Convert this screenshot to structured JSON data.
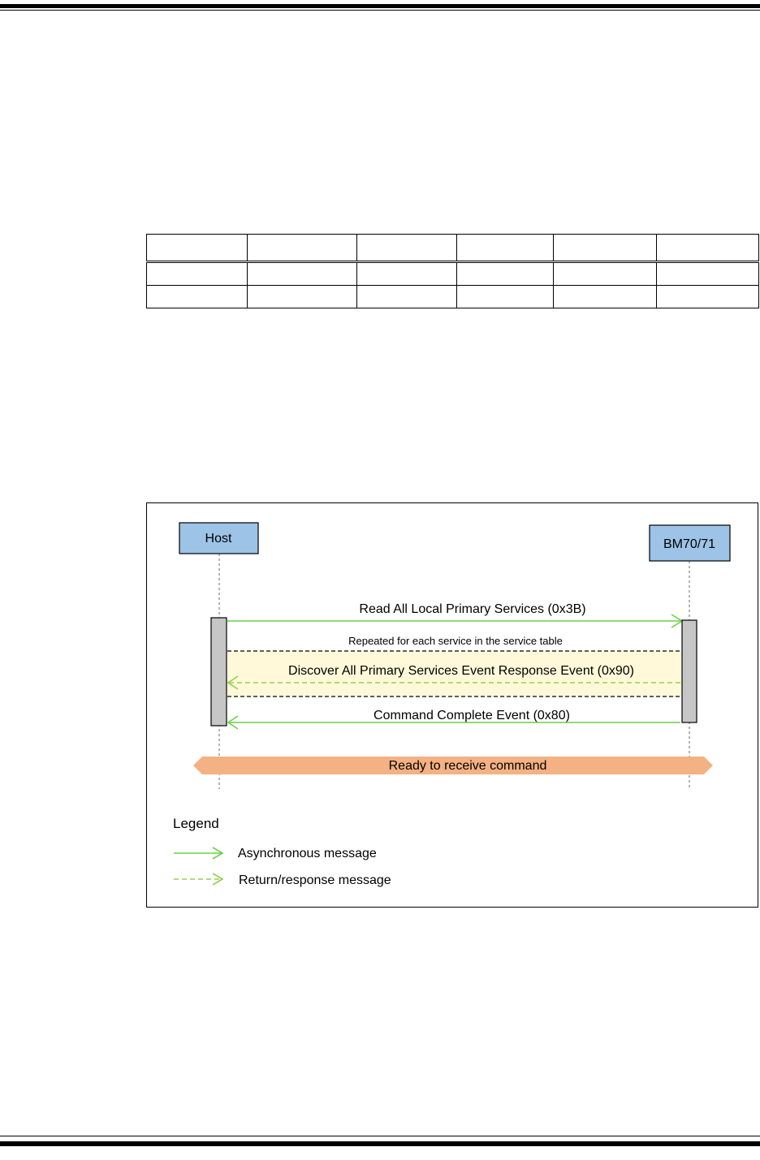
{
  "diagram": {
    "participants": {
      "host": "Host",
      "device": "BM70/71"
    },
    "messages": {
      "request": "Read All Local Primary Services (0x3B)",
      "loop_label": "Repeated for each service in the service table",
      "response": "Discover All Primary Services Event Response Event (0x90)",
      "complete": "Command Complete Event (0x80)"
    },
    "state_banner": "Ready to receive command",
    "legend": {
      "title": "Legend",
      "async": "Asynchronous message",
      "return": "Return/response message"
    },
    "colors": {
      "participant_fill": "#9dc3e6",
      "arrow_green": "#6cd14a",
      "return_green": "#92d050",
      "loop_fill": "#fff9d9",
      "banner_fill": "#f4b183",
      "activation_fill": "#c6c6c6"
    }
  }
}
